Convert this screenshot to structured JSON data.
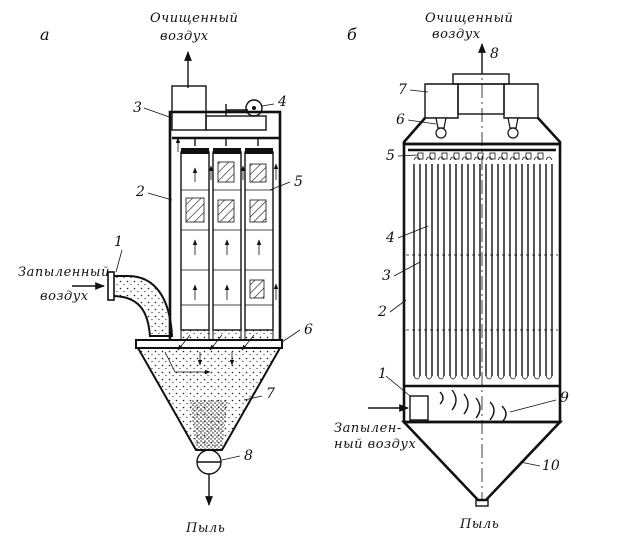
{
  "diagram_a": {
    "letter": "а",
    "out_label_1": "Очищенный",
    "out_label_2": "воздух",
    "in_label_1": "Запыленный",
    "in_label_2": "воздух",
    "dust_label": "Пыль",
    "callouts": [
      "1",
      "2",
      "3",
      "4",
      "5",
      "6",
      "7",
      "8"
    ]
  },
  "diagram_b": {
    "letter": "б",
    "out_label_1": "Очищенный",
    "out_label_2": "воздух",
    "in_label_1": "Запылен-",
    "in_label_2": "ный воздух",
    "dust_label": "Пыль",
    "callouts": [
      "1",
      "2",
      "3",
      "4",
      "5",
      "6",
      "7",
      "8",
      "9",
      "10"
    ]
  }
}
